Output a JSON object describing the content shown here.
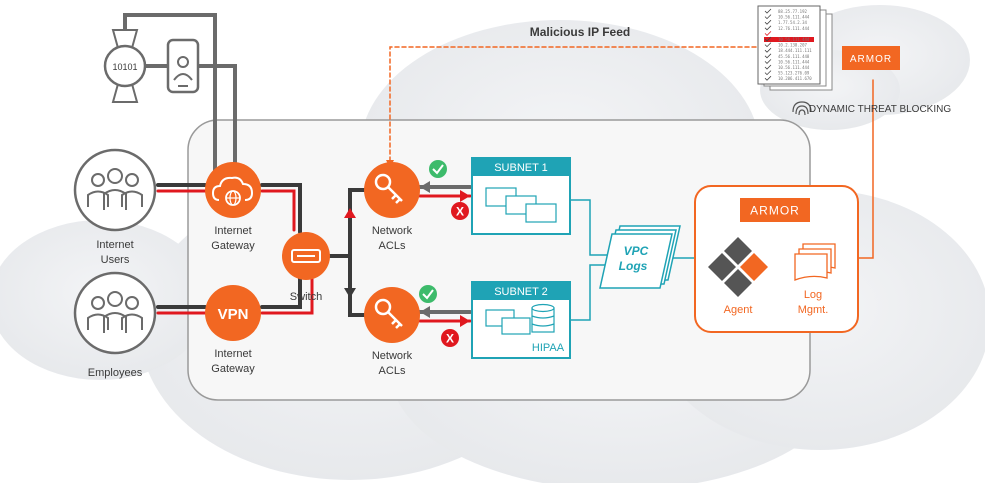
{
  "feed": {
    "title": "Malicious IP Feed"
  },
  "threat": {
    "brand": "ARMOR",
    "label": "DYNAMIC THREAT BLOCKING",
    "ip_list": [
      "88.25.77.192",
      "10.56.111.444",
      "1.77.54.2.34",
      "12.76.111.444",
      "90.44.155.2031",
      "10.56.111.444",
      "10.2.138.207",
      "18.444.111.111",
      "45.56.111.448",
      "10.56.111.444",
      "10.56.111.444",
      "55.123.276.09",
      "10.206.411.670"
    ]
  },
  "sources": {
    "watch_code": "10101",
    "internet_users": [
      "Internet",
      "Users"
    ],
    "employees": "Employees"
  },
  "gateways": {
    "internet": [
      "Internet",
      "Gateway"
    ],
    "vpn_badge": "VPN",
    "vpn": [
      "Internet",
      "Gateway"
    ]
  },
  "switch": {
    "label": "Switch"
  },
  "acls": {
    "top": [
      "Network",
      "ACLs"
    ],
    "bottom": [
      "Network",
      "ACLs"
    ]
  },
  "subnets": {
    "one": "SUBNET 1",
    "two": "SUBNET 2",
    "two_tag": "HIPAA"
  },
  "vpc_logs": [
    "VPC",
    "Logs"
  ],
  "armor_panel": {
    "brand": "ARMOR",
    "agent": "Agent",
    "log_mgmt": [
      "Log",
      "Mgmt."
    ]
  },
  "colors": {
    "orange": "#f26722",
    "teal": "#1fa3b5",
    "red": "#e0181f",
    "green": "#3dbb6b",
    "gray": "#8a8a8a",
    "dark": "#3a3a3a"
  }
}
